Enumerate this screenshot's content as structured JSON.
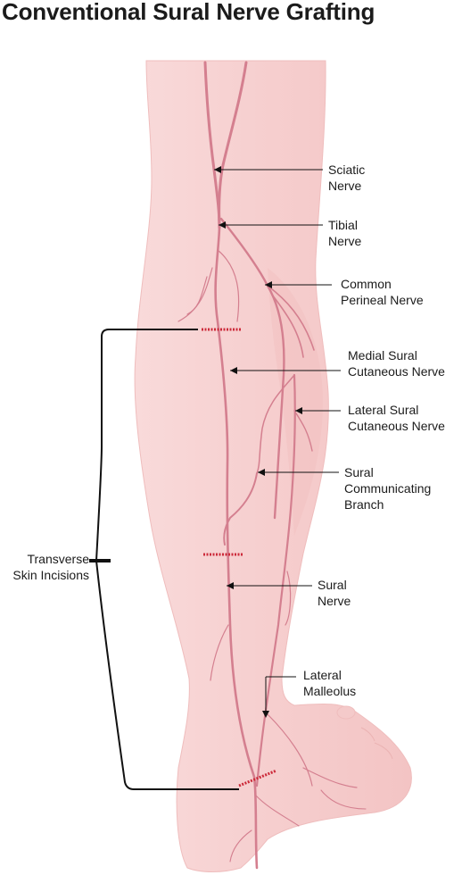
{
  "title": "Conventional Sural Nerve Grafting",
  "labels": {
    "sciatic_nerve": [
      "Sciatic",
      "Nerve"
    ],
    "tibial_nerve": [
      "Tibial",
      "Nerve"
    ],
    "common_perineal_nerve": [
      "Common",
      "Perineal Nerve"
    ],
    "medial_sural_cutaneous_nerve": [
      "Medial Sural",
      "Cutaneous Nerve"
    ],
    "lateral_sural_cutaneous_nerve": [
      "Lateral Sural",
      "Cutaneous Nerve"
    ],
    "sural_communicating_branch": [
      "Sural",
      "Communicating",
      "Branch"
    ],
    "sural_nerve": [
      "Sural",
      "Nerve"
    ],
    "lateral_malleolus": [
      "Lateral",
      "Malleolus"
    ],
    "transverse_skin_incisions": [
      "Transverse",
      "Skin Incisions"
    ]
  },
  "colors": {
    "skin": "#f8d3d3",
    "skin_shadow": "#f1bcbc",
    "nerve": "#d47f8f",
    "incision": "#cc2a3a",
    "text": "#1b1b1b"
  }
}
